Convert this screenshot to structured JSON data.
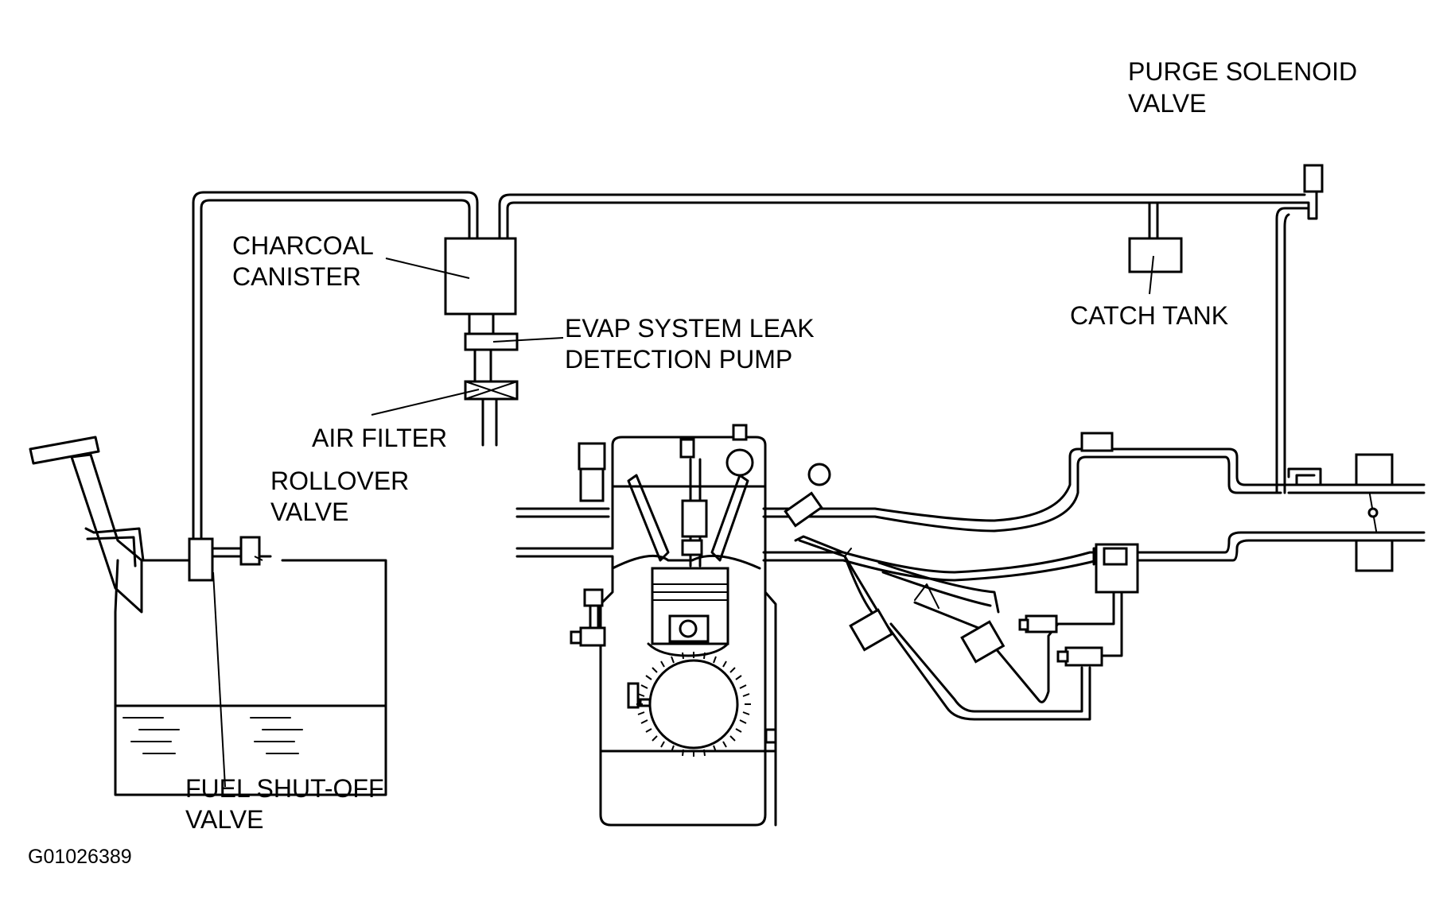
{
  "labels": {
    "purge_solenoid_valve": [
      "PURGE SOLENOID",
      "VALVE"
    ],
    "charcoal_canister": [
      "CHARCOAL",
      "CANISTER"
    ],
    "catch_tank": "CATCH TANK",
    "evap_leak_detection_pump": [
      "EVAP SYSTEM LEAK",
      "DETECTION PUMP"
    ],
    "air_filter": "AIR FILTER",
    "rollover_valve": [
      "ROLLOVER",
      "VALVE"
    ],
    "fuel_shutoff_valve": [
      "FUEL SHUT-OFF",
      "VALVE"
    ]
  },
  "figure_code": "G01026389"
}
